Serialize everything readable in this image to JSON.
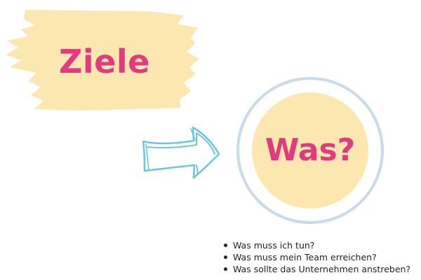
{
  "heading": {
    "primary": "Ziele",
    "secondary": "Was?"
  },
  "questions": [
    "Was muss ich tun?",
    "Was muss mein Team erreichen?",
    "Was sollte das Unternehmen anstreben?"
  ],
  "colors": {
    "accent_text": "#e23a7e",
    "brush_fill": "#fde7b0",
    "arrow_stroke": "#6cc5dc",
    "circle_ring": "#c7dbe8",
    "circle_fill": "#fde7b0"
  },
  "icons": {
    "arrow": "right-arrow-icon",
    "brush": "paint-brush-stroke",
    "circle": "ring-circle"
  }
}
